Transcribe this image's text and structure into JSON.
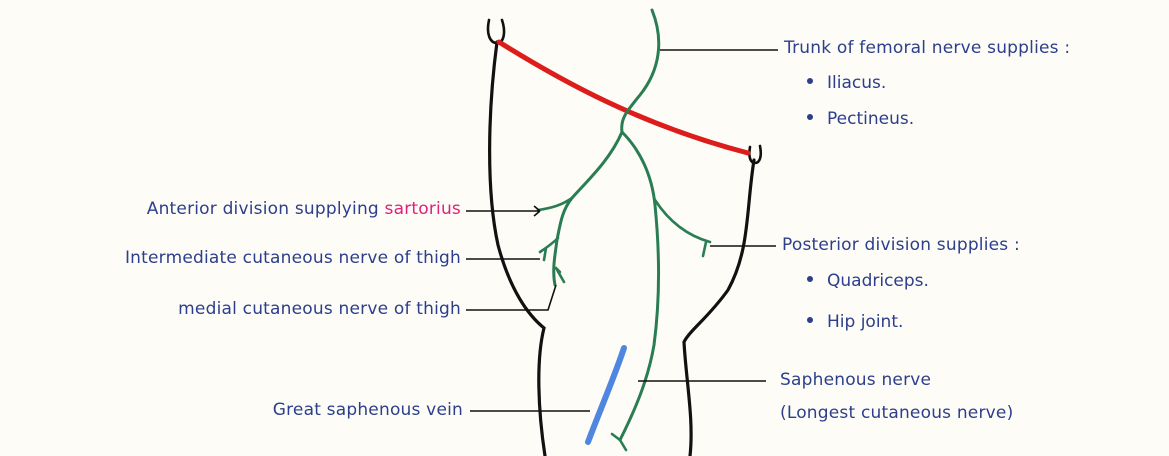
{
  "colors": {
    "nerve": "#2a7d52",
    "ligament": "#dd1c1c",
    "vein": "#4f86e0",
    "outline": "#111111",
    "text": "#2c3e8c",
    "highlight": "#e0217a",
    "background": "#fdfcf6"
  },
  "labels": {
    "trunk": "Trunk of femoral nerve supplies :",
    "trunk_items": [
      "Iliacus.",
      "Pectineus."
    ],
    "anterior_prefix": "Anterior division supplying ",
    "anterior_highlight": "sartorius",
    "intermediate": "Intermediate cutaneous nerve of thigh",
    "medial": "medial cutaneous nerve of thigh",
    "posterior": "Posterior division supplies :",
    "posterior_items": [
      "Quadriceps.",
      "Hip joint."
    ],
    "saphenous_line1": "Saphenous nerve",
    "saphenous_line2": "(Longest cutaneous nerve)",
    "great_saphenous": "Great saphenous vein"
  }
}
